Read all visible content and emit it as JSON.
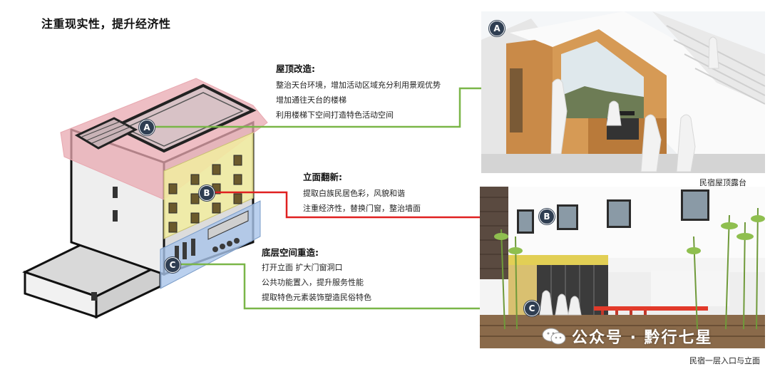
{
  "title": "注重现实性，提升经济性",
  "colors": {
    "roof": "#e8a8b0",
    "facade": "#f2eda0",
    "ground": "#a9c4ea",
    "line_a": "#7ab648",
    "line_b": "#e02020",
    "line_c": "#7ab648",
    "marker": "#2f3e52"
  },
  "notes": [
    {
      "key": "A",
      "title": "屋顶改造:",
      "lines": [
        "整治天台环境，增加活动区域充分利用景观优势",
        "增加通往天台的楼梯",
        "利用楼梯下空间打造特色活动空间"
      ]
    },
    {
      "key": "B",
      "title": "立面翻新:",
      "lines": [
        "提取白族民居色彩，风貌和谐",
        "注重经济性，替换门窗，整治墙面"
      ]
    },
    {
      "key": "C",
      "title": "底层空间重造:",
      "lines": [
        "打开立面 扩大门窗洞口",
        "公共功能置入，提升服务性能",
        "提取特色元素装饰塑造民俗特色"
      ]
    }
  ],
  "markers": {
    "a": "A",
    "b": "B",
    "c": "C"
  },
  "captions": {
    "top": "民宿屋顶露台",
    "bottom": "民宿一层入口与立面"
  },
  "watermark": "公众号 · 黔行七星"
}
